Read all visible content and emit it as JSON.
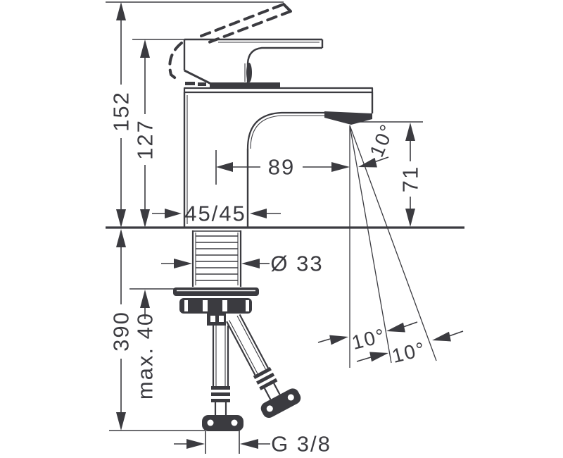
{
  "drawing": {
    "background": "#ffffff",
    "line_color": "#3b3b40",
    "labels": {
      "total_height": "152",
      "height_to_top": "127",
      "reach": "89",
      "outlet_height": "71",
      "body_size": "45/45",
      "shank_diameter": "Ø 33",
      "hose_length": "390",
      "max_mounting": "max. 40",
      "thread": "G 3/8",
      "spray_angle": "10°",
      "swivel_angle_1": "10°",
      "swivel_angle_2": "10°"
    }
  }
}
